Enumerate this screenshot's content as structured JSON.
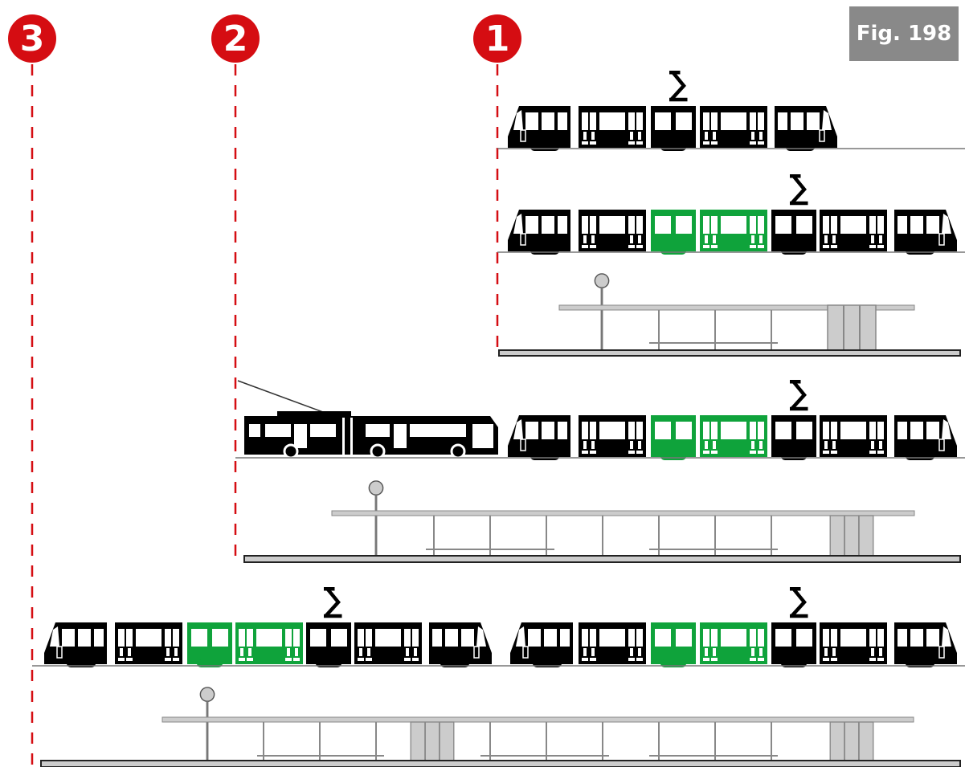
{
  "figure_label": "Fig. 198",
  "phases": [
    {
      "label": "3"
    },
    {
      "label": "2"
    },
    {
      "label": "1"
    }
  ],
  "colors": {
    "marker": "#d50d12",
    "vehicle": "#000000",
    "extension_module": "#0fa33b",
    "platform": "#cccccc",
    "tag_bg": "#898989"
  },
  "icons": [
    "tram-icon",
    "trolleybus-icon",
    "stop-shelter-icon",
    "stop-sign-icon",
    "pantograph-icon"
  ]
}
